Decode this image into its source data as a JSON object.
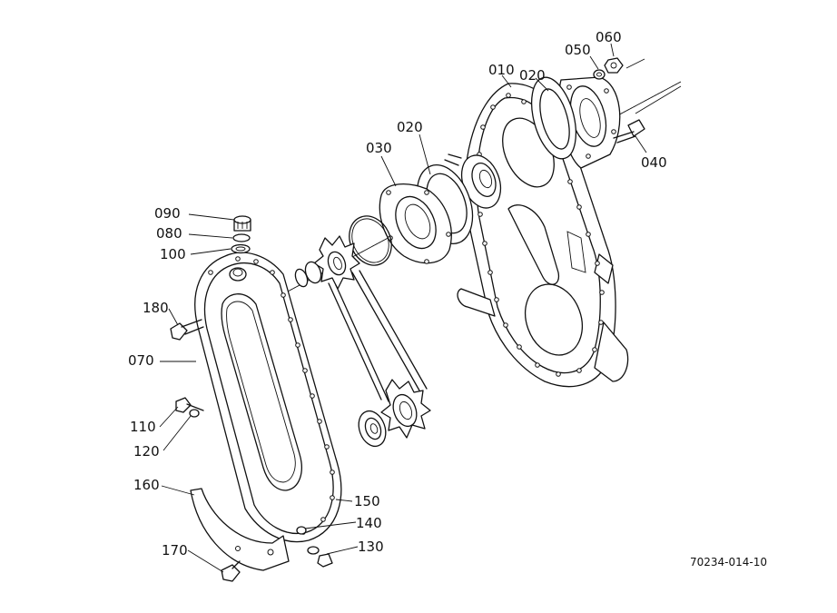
{
  "diagram": {
    "reference_code": "70234-014-10",
    "callouts": {
      "c010": "010",
      "c020a": "020",
      "c020b": "020",
      "c030": "030",
      "c040": "040",
      "c050": "050",
      "c060": "060",
      "c070": "070",
      "c080": "080",
      "c090": "090",
      "c100": "100",
      "c110": "110",
      "c120": "120",
      "c130": "130",
      "c140": "140",
      "c150": "150",
      "c160": "160",
      "c170": "170",
      "c180": "180"
    }
  }
}
